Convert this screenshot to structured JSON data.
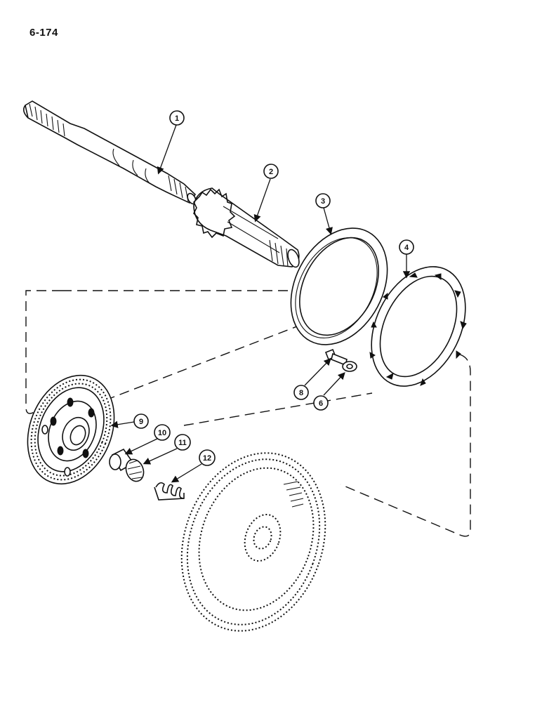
{
  "page": {
    "number": "6-174"
  },
  "callouts": [
    {
      "id": "1",
      "label": "1"
    },
    {
      "id": "2",
      "label": "2"
    },
    {
      "id": "3",
      "label": "3"
    },
    {
      "id": "4",
      "label": "4"
    },
    {
      "id": "8",
      "label": "8"
    },
    {
      "id": "6",
      "label": "6"
    },
    {
      "id": "9",
      "label": "9"
    },
    {
      "id": "10",
      "label": "10"
    },
    {
      "id": "11",
      "label": "11"
    },
    {
      "id": "12",
      "label": "12"
    }
  ]
}
